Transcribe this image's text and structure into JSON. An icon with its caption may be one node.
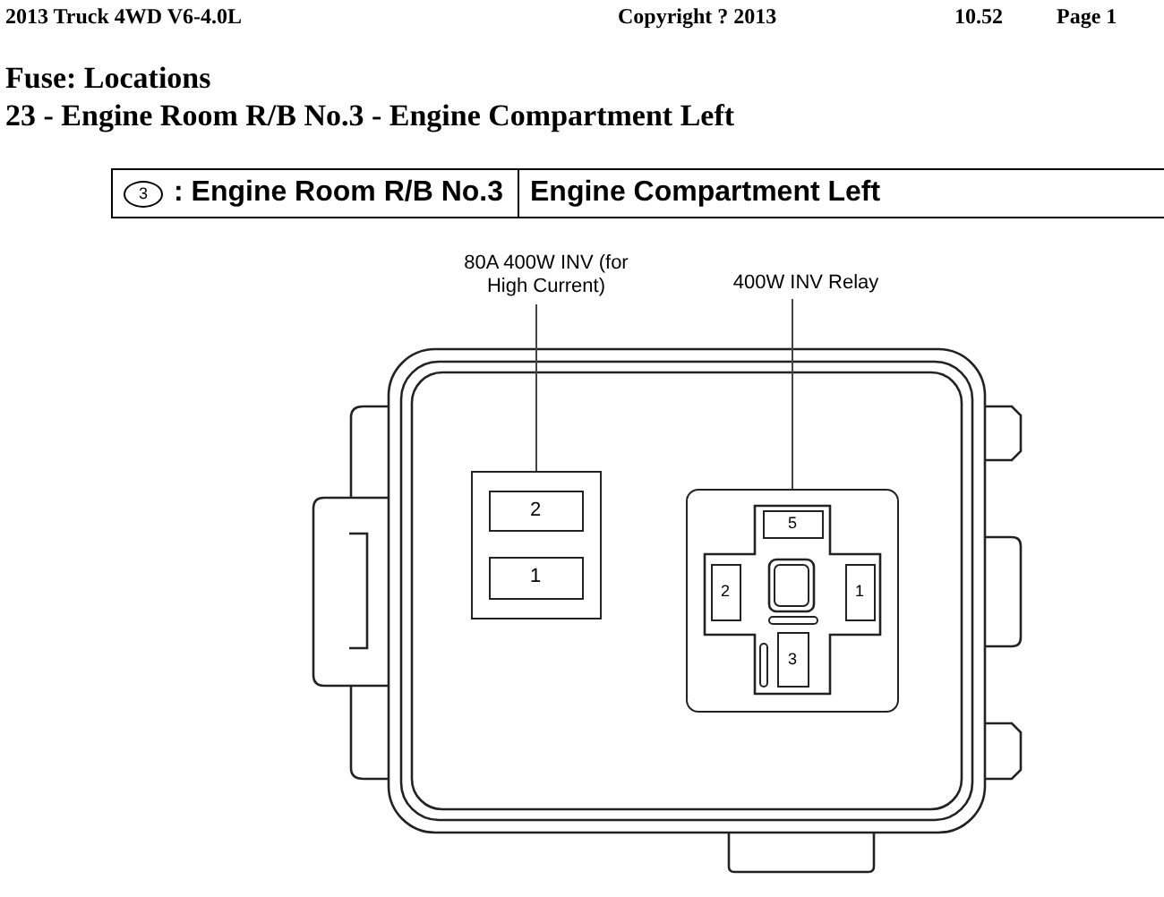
{
  "diagram": {
    "title": "Fuse: Locations",
    "nodes": [
      {
        "text": [
          "80A 400W INV (for High Current)"
        ]
      },
      {
        "text": [
          "400W INV Relay"
        ]
      },
      {
        "text": [],
        "shape": "box"
      },
      {
        "text": [
          "2"
        ],
        "in": 2
      },
      {
        "text": [
          "1"
        ],
        "in": 2
      },
      {
        "text": [],
        "shape": "box"
      },
      {
        "text": [
          "5"
        ],
        "in": 5
      },
      {
        "text": [
          "2"
        ],
        "in": 5
      },
      {
        "text": [
          "1"
        ],
        "in": 5
      },
      {
        "text": [
          "3"
        ],
        "in": 5
      }
    ],
    "edges": [
      {
        "from": 0,
        "to": 2,
        "arrow": "none"
      },
      {
        "from": 1,
        "to": 5,
        "arrow": "none"
      }
    ],
    "labels": [
      "2013 Truck 4WD V6-4.0L",
      "Copyright ? 2013",
      "10.52",
      "Page 1",
      "23 - Engine Room R/B No.3 - Engine Compartment Left",
      "3",
      ": Engine Room R/B No.3",
      "Engine Compartment Left"
    ]
  }
}
